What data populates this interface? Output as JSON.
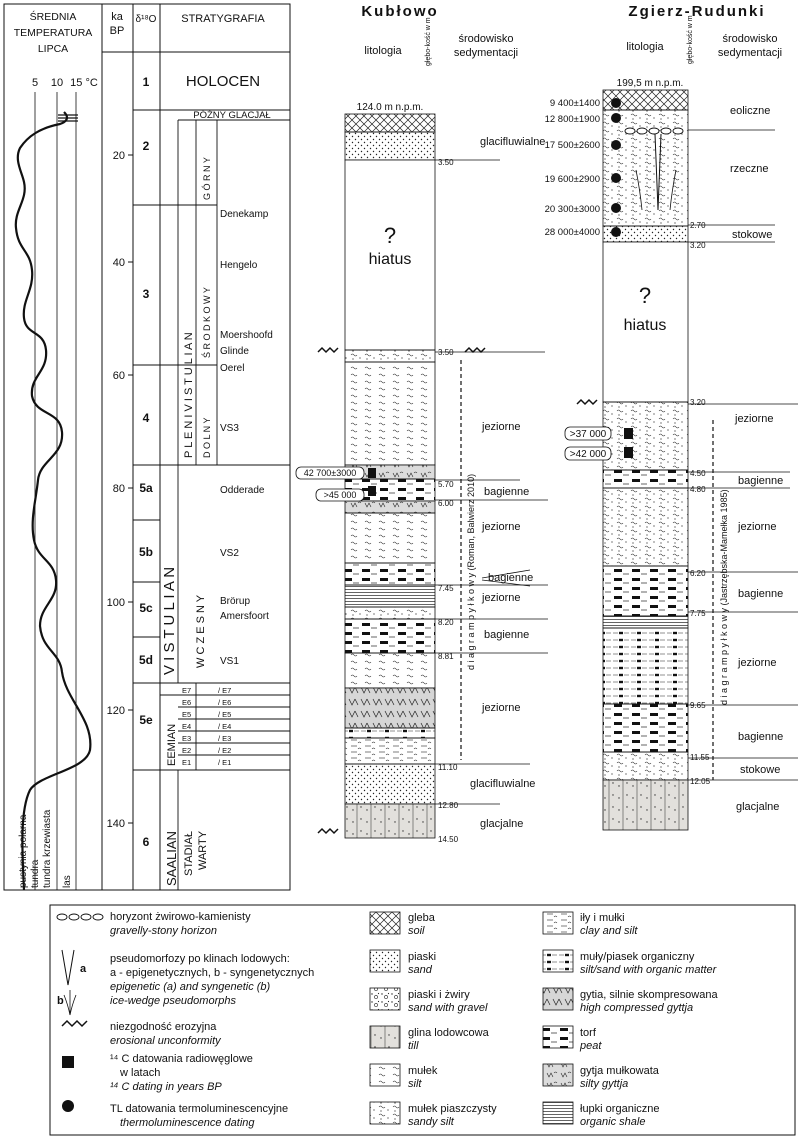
{
  "left_headers": {
    "temp": [
      "ŚREDNIA",
      "TEMPERATURA",
      "LIPCA"
    ],
    "ka": [
      "ka",
      "BP"
    ],
    "oxygen": "δ¹⁸O",
    "strat": "STRATYGRAFIA",
    "temp_ticks": [
      "5",
      "10",
      "15 °C"
    ]
  },
  "ka_ticks": [
    "20",
    "40",
    "60",
    "80",
    "100",
    "120",
    "140"
  ],
  "mis": [
    "1",
    "2",
    "3",
    "4",
    "5a",
    "5b",
    "5c",
    "5d",
    "5e",
    "6"
  ],
  "strat_text": {
    "holocen": "HOLOCEN",
    "pozny": "PÓŹNY GLACJAŁ",
    "vistulian": "V I S T U L I A N",
    "plenivistulian": "P L E N I V I S T U L I A N",
    "wczesny": "W C Z E S N Y",
    "gorny": "G Ó R N Y",
    "srodkowy": "Ś R O D K O W Y",
    "dolny": "D O L N Y",
    "eemian": "EEMIAN",
    "saalian": "SAALIAN",
    "stadial": "STADIAŁ",
    "warty": "WARTY",
    "units": [
      "Denekamp",
      "Hengelo",
      "Moershoofd",
      "Glinde",
      "Oerel",
      "VS3",
      "Odderade",
      "VS2",
      "Brörup",
      "Amersfoort",
      "VS1"
    ],
    "e_left": [
      "E7",
      "E6",
      "E5",
      "E4",
      "E3",
      "E2",
      "E1"
    ],
    "e_right": [
      "/ E7",
      "/ E6",
      "/ E5",
      "/ E4",
      "/ E3",
      "/ E2",
      "/ E1"
    ]
  },
  "veg": [
    "pustynia polarna",
    "tundra",
    "tundra krzewiasta",
    "las"
  ],
  "kublowo": {
    "title": "Kubłowo",
    "lit_label": "litologia",
    "depth_label": "głębo-kość w m",
    "env_label": [
      "środowisko",
      "sedymentacji"
    ],
    "elevation": "124.0 m n.p.m.",
    "hiatus": "hiatus",
    "q": "?",
    "depths": [
      "3.50",
      "3.50",
      "5.70",
      "6.00",
      "7.45",
      "8.20",
      "8.81",
      "11.10",
      "12.80",
      "14.50"
    ],
    "envs": [
      "glacifluwialne",
      "jeziorne",
      "bagienne",
      "jeziorne",
      "bagienne",
      "jeziorne",
      "bagienne",
      "jeziorne",
      "glacifluwialne",
      "glacjalne"
    ],
    "dates": [
      "42 700±3000",
      ">45 000"
    ],
    "pollen": "d i a g r a m   p y ł k o w y   (Roman, Balwierz 2010)"
  },
  "zgierz": {
    "title": "Zgierz-Rudunki",
    "lit_label": "litologia",
    "depth_label": "głębo-kość w m",
    "env_label": [
      "środowisko",
      "sedymentacji"
    ],
    "elevation": "199,5 m n.p.m.",
    "hiatus": "hiatus",
    "q": "?",
    "depths": [
      "2.70",
      "3.20",
      "3.20",
      "4.50",
      "4.80",
      "6.20",
      "7.75",
      "9.65",
      "11.55",
      "12.05"
    ],
    "envs": [
      "eoliczne",
      "rzeczne",
      "stokowe",
      "jeziorne",
      "bagienne",
      "jeziorne",
      "bagienne",
      "jeziorne",
      "bagienne",
      "stokowe",
      "glacjalne"
    ],
    "tl_dates": [
      "9 400±1400",
      "12 800±1900",
      "17 500±2600",
      "19 600±2900",
      "20 300±3000",
      "28 000±4000"
    ],
    "c14_dates": [
      ">37 000",
      ">42 000"
    ],
    "pollen": "d i a g r a m   p y ł k o w y   (Jastrzębska-Mamełka 1985)"
  },
  "legend": {
    "col1": [
      {
        "pl": "horyzont żwirowo-kamienisty",
        "en": "gravelly-stony horizon"
      },
      {
        "pl": "pseudomorfozy po klinach lodowych:",
        "pl2": "a - epigenetycznych, b - syngenetycznych",
        "en": "epigenetic (a) and syngenetic (b)",
        "en2": "ice-wedge pseudomorphs",
        "a": "a",
        "b": "b"
      },
      {
        "pl": "niezgodność erozyjna",
        "en": "erosional unconformity"
      },
      {
        "pl": "¹⁴ C datowania radiowęglowe",
        "pl2": "w latach",
        "en": "¹⁴ C dating in years BP"
      },
      {
        "pl": "TL datowania termoluminescencyjne",
        "en": "thermoluminescence dating"
      }
    ],
    "col2": [
      {
        "pl": "gleba",
        "en": "soil"
      },
      {
        "pl": "piaski",
        "en": "sand"
      },
      {
        "pl": "piaski i żwiry",
        "en": "sand with gravel"
      },
      {
        "pl": "glina lodowcowa",
        "en": "till"
      },
      {
        "pl": "mułek",
        "en": "silt"
      },
      {
        "pl": "mułek piaszczysty",
        "en": "sandy silt"
      }
    ],
    "col3": [
      {
        "pl": "iły i mułki",
        "en": "clay and silt"
      },
      {
        "pl": "muły/piasek organiczny",
        "en": "silt/sand with organic matter"
      },
      {
        "pl": "gytia, silnie skompresowana",
        "en": "high compressed gyttja"
      },
      {
        "pl": "torf",
        "en": "peat"
      },
      {
        "pl": "gytja mułkowata",
        "en": "silty gyttja"
      },
      {
        "pl": "łupki organiczne",
        "en": "organic shale"
      }
    ]
  }
}
